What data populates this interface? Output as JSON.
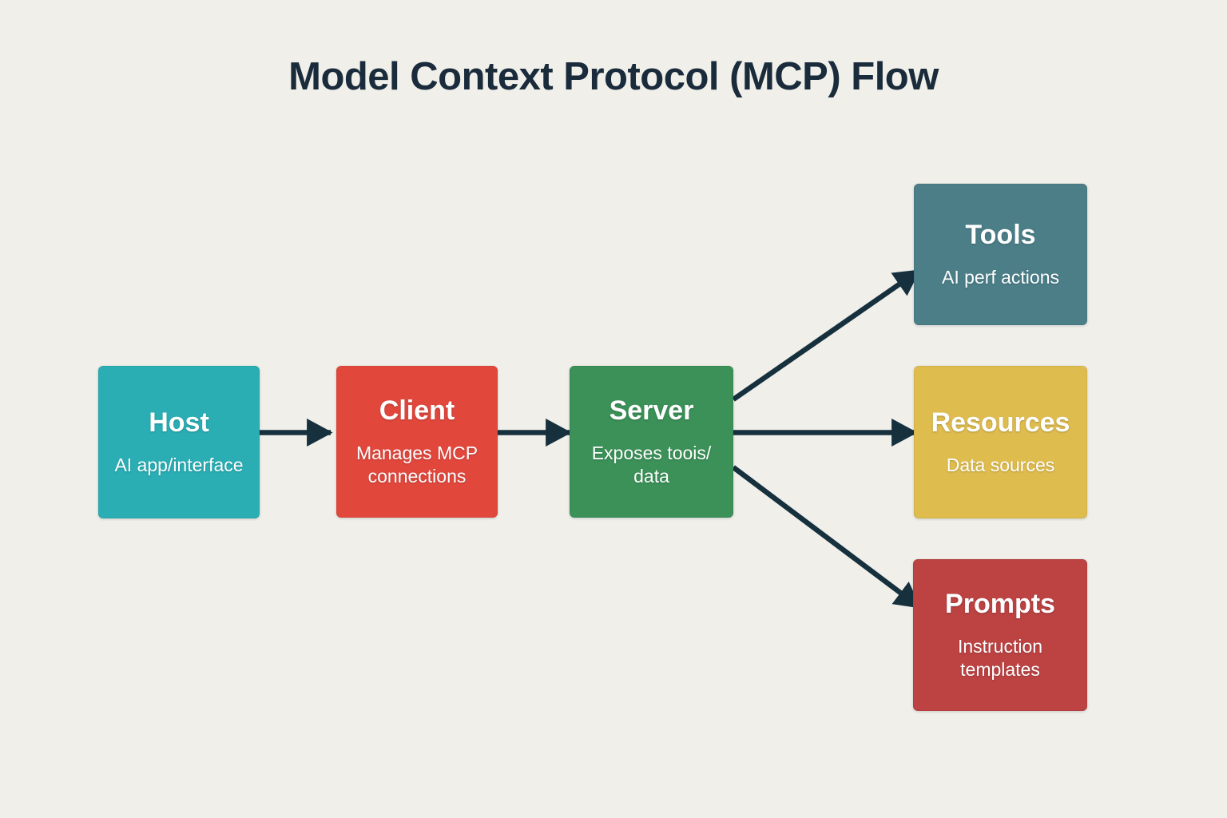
{
  "title": "Model Context Protocol (MCP) Flow",
  "colors": {
    "background": "#f0efe9",
    "title_text": "#1a2b3b",
    "arrow": "#16303e",
    "node_text": "#ffffff"
  },
  "diagram": {
    "nodes": [
      {
        "id": "host",
        "label": "Host",
        "sublabel": "AI app/interface",
        "color": "#2aaeb4"
      },
      {
        "id": "client",
        "label": "Client",
        "sublabel": "Manages MCP connections",
        "color": "#e2473c"
      },
      {
        "id": "server",
        "label": "Server",
        "sublabel": "Exposes toois/ data",
        "color": "#3b9157"
      },
      {
        "id": "tools",
        "label": "Tools",
        "sublabel": "AI perf actions",
        "color": "#4c7e88"
      },
      {
        "id": "resources",
        "label": "Resources",
        "sublabel": "Data sources",
        "color": "#dfbc4e"
      },
      {
        "id": "prompts",
        "label": "Prompts",
        "sublabel": "Instruction templates",
        "color": "#bd4242"
      }
    ],
    "edges": [
      {
        "from": "Host",
        "to": "Client"
      },
      {
        "from": "Client",
        "to": "Server"
      },
      {
        "from": "Server",
        "to": "Tools"
      },
      {
        "from": "Server",
        "to": "Resources"
      },
      {
        "from": "Server",
        "to": "Prompts"
      }
    ]
  }
}
